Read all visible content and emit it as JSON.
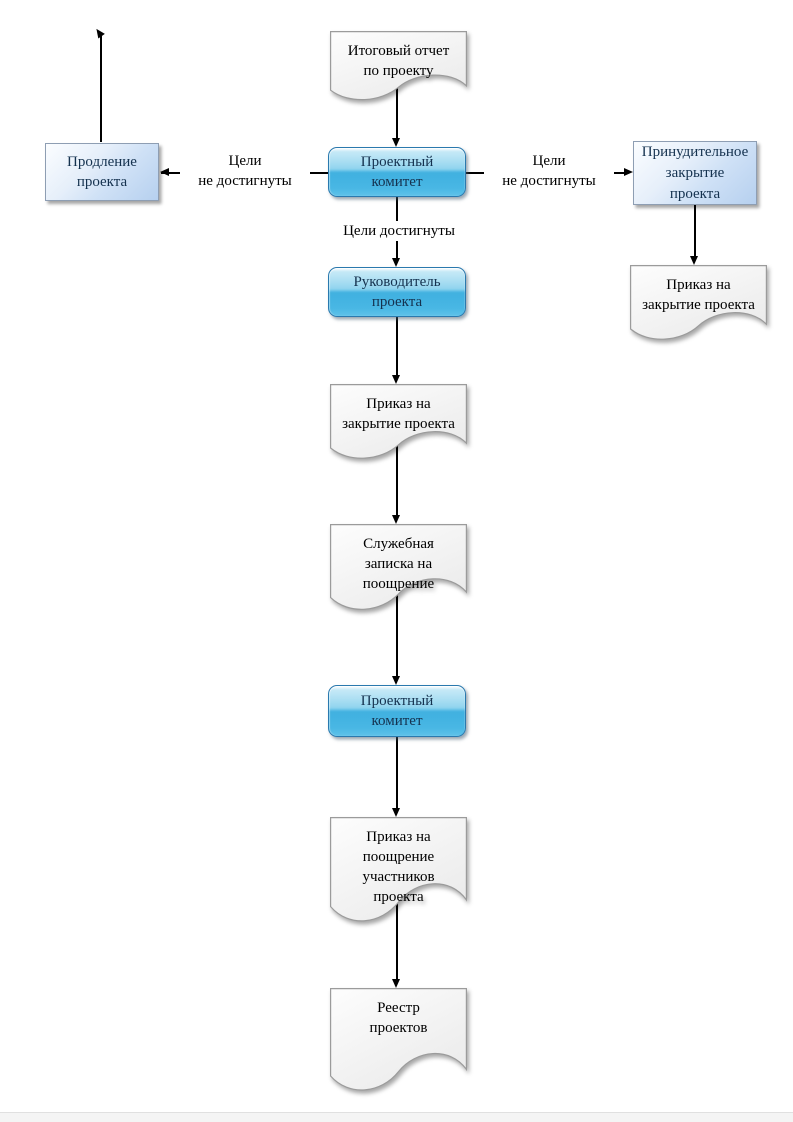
{
  "diagram_title": "Project closure process flowchart",
  "colors": {
    "process_fill": "#4db6e4",
    "process_border": "#2a79ae",
    "alt_fill": "#b6d0ef",
    "alt_border": "#8e9eb3",
    "doc_fill": "#f5f5f5",
    "doc_border": "#9b9b9b",
    "box_text": "#15324f",
    "edge_color": "#000000"
  },
  "nodes": {
    "final_report": {
      "type": "document",
      "label": "Итоговый отчет\nпо проекту"
    },
    "committee1": {
      "type": "process",
      "label": "Проектный\nкомитет"
    },
    "prolongation": {
      "type": "alternative",
      "label": "Продление\nпроекта"
    },
    "forced_closure": {
      "type": "alternative",
      "label": "Принудительное\nзакрытие\nпроекта"
    },
    "closure_order_right": {
      "type": "document",
      "label": "Приказ на\nзакрытие проекта"
    },
    "manager": {
      "type": "process",
      "label": "Руководитель\nпроекта"
    },
    "closure_order_center": {
      "type": "document",
      "label": "Приказ на\nзакрытие проекта"
    },
    "memo": {
      "type": "document",
      "label": "Служебная\nзаписка на\nпоощрение"
    },
    "committee2": {
      "type": "process",
      "label": "Проектный\nкомитет"
    },
    "reward_order": {
      "type": "document",
      "label": "Приказ на\nпоощрение\nучастников\nпроекта"
    },
    "registry": {
      "type": "document",
      "label": "Реестр\nпроектов"
    }
  },
  "edge_labels": {
    "goals_not_met_left": "Цели\nне достигнуты",
    "goals_not_met_right": "Цели\nне достигнуты",
    "goals_met": "Цели достигнуты"
  }
}
